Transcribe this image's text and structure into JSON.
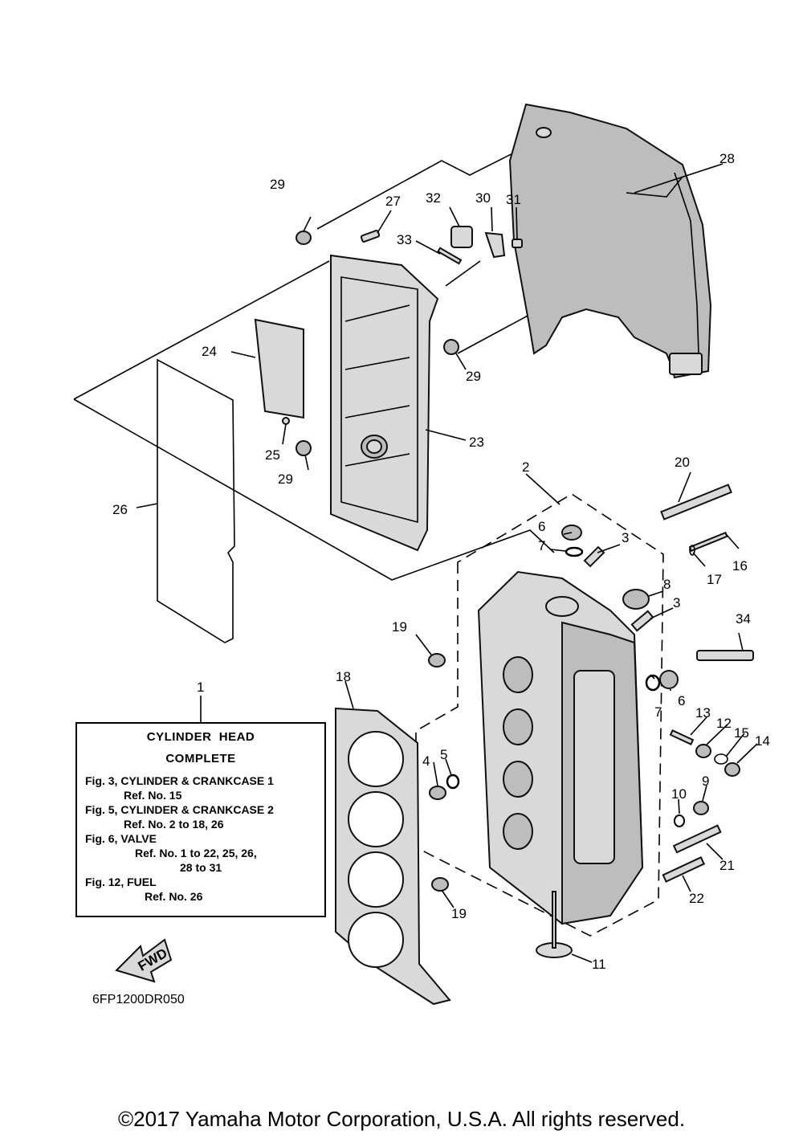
{
  "reference_box": {
    "title_line1": "CYLINDER  HEAD",
    "title_line2": "COMPLETE",
    "lines": [
      "Fig. 3, CYLINDER & CRANKCASE 1",
      "Ref. No. 15",
      "Fig. 5, CYLINDER & CRANKCASE 2",
      "Ref. No. 2 to 18, 26",
      "Fig. 6, VALVE",
      "Ref. No. 1 to 22, 25, 26,",
      "28 to 31",
      "Fig. 12, FUEL",
      "Ref. No. 26"
    ]
  },
  "fwd_arrow_label": "FWD",
  "diagram_code": "6FP1200DR050",
  "copyright": "©2017 Yamaha Motor Corporation, U.S.A. All rights reserved.",
  "callouts": {
    "c1": "1",
    "c2": "2",
    "c3a": "3",
    "c3b": "3",
    "c4": "4",
    "c5": "5",
    "c6a": "6",
    "c6b": "6",
    "c7a": "7",
    "c7b": "7",
    "c8": "8",
    "c9": "9",
    "c10": "10",
    "c11": "11",
    "c12": "12",
    "c13": "13",
    "c14": "14",
    "c15": "15",
    "c16": "16",
    "c17": "17",
    "c18": "18",
    "c19a": "19",
    "c19b": "19",
    "c20": "20",
    "c21": "21",
    "c22": "22",
    "c23": "23",
    "c24": "24",
    "c25": "25",
    "c26": "26",
    "c27": "27",
    "c28": "28",
    "c29a": "29",
    "c29b": "29",
    "c29c": "29",
    "c30": "30",
    "c31": "31",
    "c32": "32",
    "c33": "33",
    "c34": "34"
  }
}
